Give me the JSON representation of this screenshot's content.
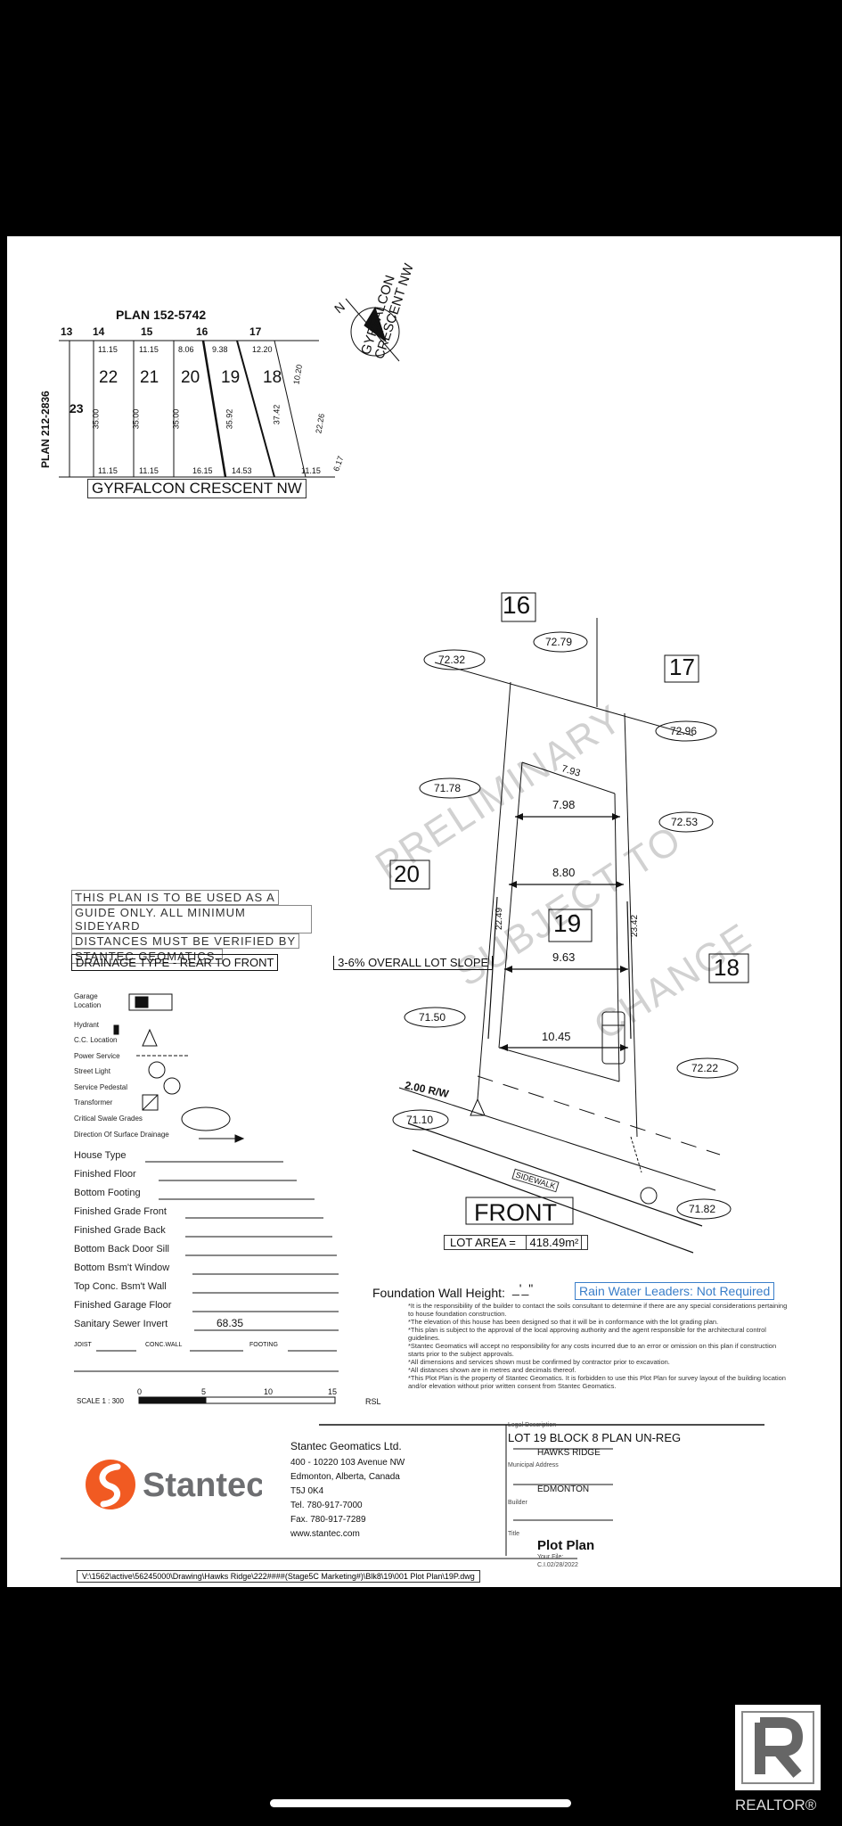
{
  "key_plan": {
    "plan_top": "PLAN 152-5742",
    "plan_left": "PLAN 212-2836",
    "street": "GYRFALCON CRESCENT NW",
    "street_side": "GYRFALCON CRESCENT NW",
    "north": "N",
    "top_lots": [
      "13",
      "14",
      "15",
      "16",
      "17"
    ],
    "lots": [
      "22",
      "21",
      "20",
      "19",
      "18",
      "23"
    ],
    "top_dims": [
      "11.15",
      "11.15",
      "8.06",
      "9.38",
      "12.20",
      "10.20"
    ],
    "depth_dims": [
      "35.00",
      "35.00",
      "35.00",
      "35.92",
      "37.42",
      "22.26"
    ],
    "bottom_dims": [
      "11.15",
      "11.15",
      "16.15",
      "14.53",
      "11.15",
      "6.17"
    ]
  },
  "site": {
    "lot_16": "16",
    "lot_17": "17",
    "lot_20": "20",
    "lot_18": "18",
    "lot_19": "19",
    "grades": [
      "72.32",
      "72.79",
      "72.96",
      "71.78",
      "72.53",
      "71.50",
      "72.22",
      "71.10",
      "71.82"
    ],
    "widths": [
      "7.93",
      "7.98",
      "8.80",
      "9.63",
      "10.45"
    ],
    "left_depth": "22.49",
    "right_depth": "23.42",
    "row": "2.00 R/W",
    "sidewalk": "SIDEWALK",
    "front": "FRONT",
    "lot_area_label": "LOT AREA =",
    "lot_area_value": "418.49m²",
    "watermark": [
      "PRELIMINARY",
      "SUBJECT TO",
      "CHANGE"
    ]
  },
  "legend": {
    "note": [
      "THIS PLAN IS TO BE USED AS A",
      "GUIDE ONLY. ALL MINIMUM SIDEYARD",
      "DISTANCES MUST BE VERIFIED BY",
      "STANTEC GEOMATICS."
    ],
    "drainage_type": "DRAINAGE TYPE - REAR TO FRONT",
    "slope": "3-6% OVERALL LOT SLOPE",
    "symbols": [
      "Garage Location",
      "Hydrant",
      "C.C. Location",
      "Power Service",
      "Street Light",
      "Service Pedestal",
      "Transformer",
      "Critical Swale Grades",
      "Direction Of Surface Drainage"
    ],
    "fields": [
      "House Type",
      "Finished Floor",
      "Bottom Footing",
      "Finished Grade Front",
      "Finished Grade Back",
      "Bottom Back Door Sill",
      "Bottom Bsm't Window",
      "Top Conc. Bsm't Wall",
      "Finished Garage Floor",
      "Sanitary Sewer Invert"
    ],
    "sewer_value": "68.35",
    "small_fields": [
      "JOIST",
      "CONC.WALL",
      "FOOTING"
    ],
    "scale_label": "SCALE 1 : 300",
    "scale_ticks": [
      "0",
      "5",
      "10",
      "15"
    ],
    "rsl": "RSL"
  },
  "foundation": {
    "label": "Foundation Wall Height:",
    "value": "_'_\"",
    "rain_water": "Rain Water Leaders: Not Required",
    "notes": [
      "*It is the responsibility of the builder to contact the soils consultant to determine if there are any special considerations pertaining to house foundation construction.",
      "*The elevation of this house has been designed so that it will be in conformance with the lot grading plan.",
      "*This plan is subject to the approval of the local approving authority and the agent responsible for the architectural control guidelines.",
      "*Stantec Geomatics will accept no responsibility for any costs incurred due to an error or omission on this plan if construction starts prior to the subject approvals.",
      "*All dimensions and services shown must be confirmed by contractor prior to excavation.",
      "*All distances shown are in metres and decimals thereof.",
      "*This Plot Plan is the property of Stantec Geomatics. It is forbidden to use this Plot Plan for survey layout of the building location and/or elevation without prior written consent from Stantec Geomatics."
    ]
  },
  "title_block": {
    "company": "Stantec Geomatics Ltd.",
    "address1": "400 - 10220 103 Avenue NW",
    "address2": "Edmonton, Alberta, Canada",
    "postal": "T5J 0K4",
    "tel": "Tel.   780-917-7000",
    "fax": "Fax.   780-917-7289",
    "web": "www.stantec.com",
    "logo": "Stantec",
    "legal_caption": "Legal Description",
    "legal": "LOT  19   BLOCK  8   PLAN  UN-REG",
    "subdivision": "HAWKS RIDGE",
    "municipal_caption": "Municipal Address",
    "municipal": "EDMONTON",
    "builder_caption": "Builder",
    "title_caption": "Title",
    "title": "Plot Plan",
    "file_caption": "Your File:",
    "file_date": "C.I.02/28/2022",
    "path": "V:\\1562\\active\\56245000\\Drawing\\Hawks Ridge\\222####(Stage5C Marketing#)\\Blk8\\19\\001 Plot Plan\\19P.dwg"
  },
  "realtor": {
    "label": "REALTOR®"
  },
  "colors": {
    "background": "#000000",
    "sheet": "#ffffff",
    "stantec_orange": "#f15a22",
    "stantec_grey": "#6d6e71",
    "rain_blue": "#3a7ec9"
  }
}
